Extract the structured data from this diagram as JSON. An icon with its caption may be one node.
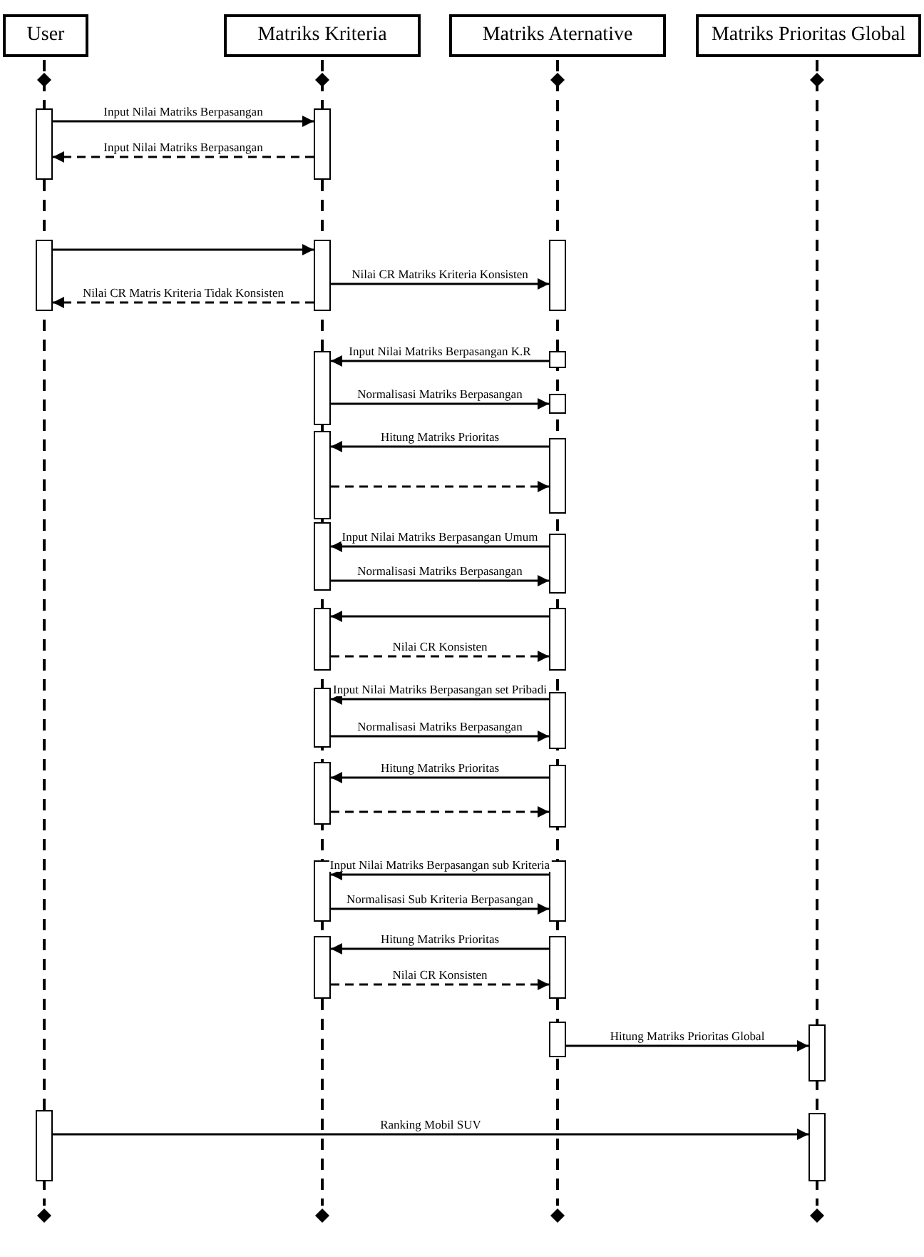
{
  "diagram": {
    "nodes": [
      {
        "text": [
          "User"
        ]
      },
      {
        "text": [
          "Matriks Kriteria"
        ]
      },
      {
        "text": [
          "Matriks Aternative"
        ]
      },
      {
        "text": [
          "Matriks Prioritas Global"
        ]
      },
      {
        "text": [],
        "shape": "bar"
      },
      {
        "text": [],
        "shape": "bar"
      },
      {
        "text": [],
        "shape": "bar"
      },
      {
        "text": [],
        "shape": "bar"
      },
      {
        "text": [],
        "shape": "bar"
      },
      {
        "text": [],
        "shape": "bar"
      },
      {
        "text": [],
        "shape": "bar"
      },
      {
        "text": [],
        "shape": "bar"
      },
      {
        "text": [],
        "shape": "bar"
      },
      {
        "text": [],
        "shape": "bar"
      },
      {
        "text": [],
        "shape": "bar"
      },
      {
        "text": [],
        "shape": "bar"
      },
      {
        "text": [],
        "shape": "bar"
      },
      {
        "text": [],
        "shape": "bar"
      },
      {
        "text": [],
        "shape": "bar"
      },
      {
        "text": [],
        "shape": "bar"
      },
      {
        "text": [],
        "shape": "bar"
      },
      {
        "text": [],
        "shape": "bar"
      },
      {
        "text": [],
        "shape": "bar"
      },
      {
        "text": [],
        "shape": "bar"
      },
      {
        "text": [],
        "shape": "bar"
      },
      {
        "text": [],
        "shape": "bar"
      },
      {
        "text": [],
        "shape": "bar"
      },
      {
        "text": [],
        "shape": "bar"
      },
      {
        "text": [],
        "shape": "bar"
      },
      {
        "text": [],
        "shape": "bar"
      }
    ],
    "edges": [
      {
        "from": 4,
        "to": 5,
        "arrow": "to",
        "label": "Input Nilai Matriks Berpasangan"
      },
      {
        "from": 5,
        "to": 4,
        "arrow": "to",
        "style": "dashed",
        "label": "Input Nilai Matriks Berpasangan"
      },
      {
        "from": 6,
        "to": 7,
        "arrow": "to"
      },
      {
        "from": 7,
        "to": 8,
        "arrow": "to",
        "label": "Nilai CR Matriks Kriteria Konsisten"
      },
      {
        "from": 7,
        "to": 6,
        "arrow": "to",
        "style": "dashed",
        "label": "Nilai CR Matris Kriteria Tidak  Konsisten"
      },
      {
        "from": 10,
        "to": 9,
        "arrow": "to",
        "label": "Input Nilai Matriks Berpasangan K.R"
      },
      {
        "from": 9,
        "to": 11,
        "arrow": "to",
        "label": "Normalisasi Matriks Berpasangan"
      },
      {
        "from": 13,
        "to": 12,
        "arrow": "to",
        "label": "Hitung Matriks Prioritas"
      },
      {
        "from": 12,
        "to": 13,
        "arrow": "to",
        "style": "dashed"
      },
      {
        "from": 15,
        "to": 14,
        "arrow": "to",
        "label": "Input Nilai Matriks Berpasangan Umum"
      },
      {
        "from": 14,
        "to": 15,
        "arrow": "to",
        "label": "Normalisasi Matriks Berpasangan"
      },
      {
        "from": 17,
        "to": 16,
        "arrow": "to"
      },
      {
        "from": 16,
        "to": 17,
        "arrow": "to",
        "style": "dashed",
        "label": "Nilai CR Konsisten"
      },
      {
        "from": 19,
        "to": 18,
        "arrow": "to",
        "label": "Input Nilai Matriks Berpasangan set Pribadi"
      },
      {
        "from": 18,
        "to": 19,
        "arrow": "to",
        "label": "Normalisasi Matriks Berpasangan"
      },
      {
        "from": 21,
        "to": 20,
        "arrow": "to",
        "label": "Hitung Matriks Prioritas"
      },
      {
        "from": 20,
        "to": 21,
        "arrow": "to",
        "style": "dashed"
      },
      {
        "from": 23,
        "to": 22,
        "arrow": "to",
        "label": "Input Nilai Matriks Berpasangan sub Kriteria"
      },
      {
        "from": 22,
        "to": 23,
        "arrow": "to",
        "label": "Normalisasi Sub Kriteria Berpasangan"
      },
      {
        "from": 25,
        "to": 24,
        "arrow": "to",
        "label": "Hitung Matriks Prioritas"
      },
      {
        "from": 24,
        "to": 25,
        "arrow": "to",
        "style": "dashed",
        "label": "Nilai CR Konsisten"
      },
      {
        "from": 26,
        "to": 27,
        "arrow": "to",
        "label": "Hitung Matriks Prioritas Global"
      },
      {
        "from": 28,
        "to": 29,
        "arrow": "to",
        "label": "Ranking Mobil SUV"
      }
    ]
  }
}
